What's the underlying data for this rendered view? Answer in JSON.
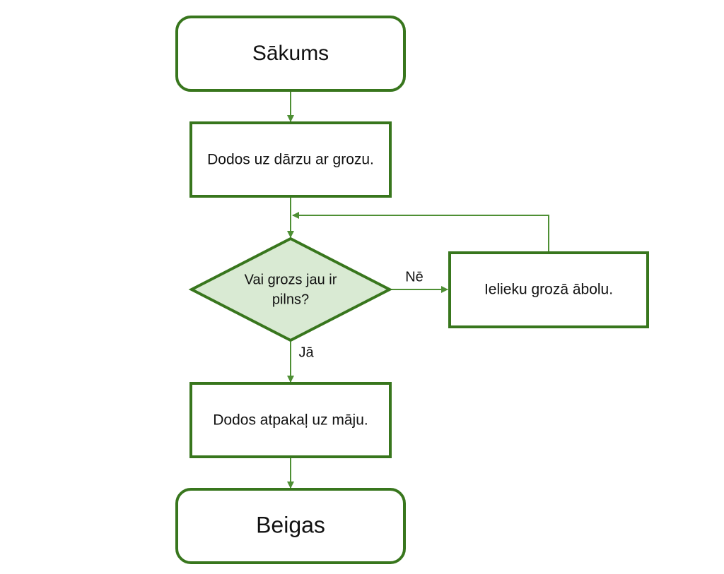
{
  "colors": {
    "stroke": "#38761d",
    "edge": "#4e8f34",
    "decision_fill": "#d9ead3",
    "node_fill": "#ffffff",
    "text": "#111111"
  },
  "nodes": {
    "start": {
      "label": "Sākums"
    },
    "go_garden": {
      "label": "Dodos uz dārzu ar grozu."
    },
    "decision": {
      "line1": "Vai grozs jau ir",
      "line2": "pilns?"
    },
    "add_apple": {
      "label": "Ielieku grozā ābolu."
    },
    "go_home": {
      "label": "Dodos atpakaļ uz māju."
    },
    "end": {
      "label": "Beigas"
    }
  },
  "edge_labels": {
    "no": "Nē",
    "yes": "Jā"
  }
}
